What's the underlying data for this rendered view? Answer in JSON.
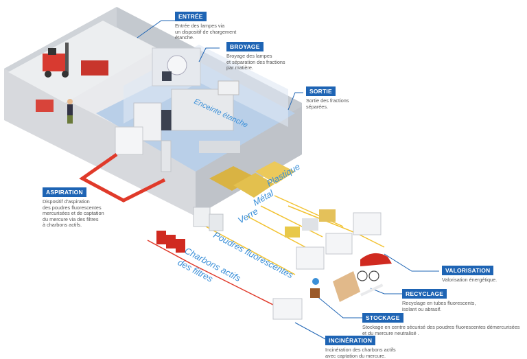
{
  "callouts": {
    "entree": {
      "tag": "ENTRÉE",
      "desc": "Entrée des lampes via\nun dispositif de chargement\nétanche."
    },
    "broyage": {
      "tag": "BROYAGE",
      "desc": "Broyage des lampes\net séparation des fractions\npar matière."
    },
    "sortie": {
      "tag": "SORTIE",
      "desc": "Sortie des fractions\nséparées."
    },
    "aspiration": {
      "tag": "ASPIRATION",
      "desc": "Dispositif d'aspiration\ndes poudres fluorescentes\nmercurisées et de captation\ndu mercure via des filtres\nà charbons actifs."
    },
    "valorisation": {
      "tag": "VALORISATION",
      "desc": "Valorisation énergétique."
    },
    "recyclage": {
      "tag": "RECYCLAGE",
      "desc": "Recyclage en tubes fluorescents,\nisolant ou abrasif."
    },
    "stockage": {
      "tag": "STOCKAGE",
      "desc": "Stockage en centre sécurisé des poudres fluorescentes démercurisées\net du mercure neutralisé ."
    },
    "incineration": {
      "tag": "INCINÉRATION",
      "desc": "Incinération des charbons actifs\navec captation du mercure."
    }
  },
  "enclosure_label": "Enceinte étanche",
  "fractions": {
    "plastique": "Plastique",
    "metal": "Métal",
    "verre": "Verre",
    "poudres": "Poudres fluorescentes",
    "charbons_line1": "Charbons actifs",
    "charbons_line2": "des filtres"
  },
  "colors": {
    "callout_blue": "#1e64b4",
    "pipe_yellow": "#f2c230",
    "pipe_red": "#e03a2a",
    "floor_blue": "#b9cfe8",
    "label_blue": "#3a8fd8"
  }
}
